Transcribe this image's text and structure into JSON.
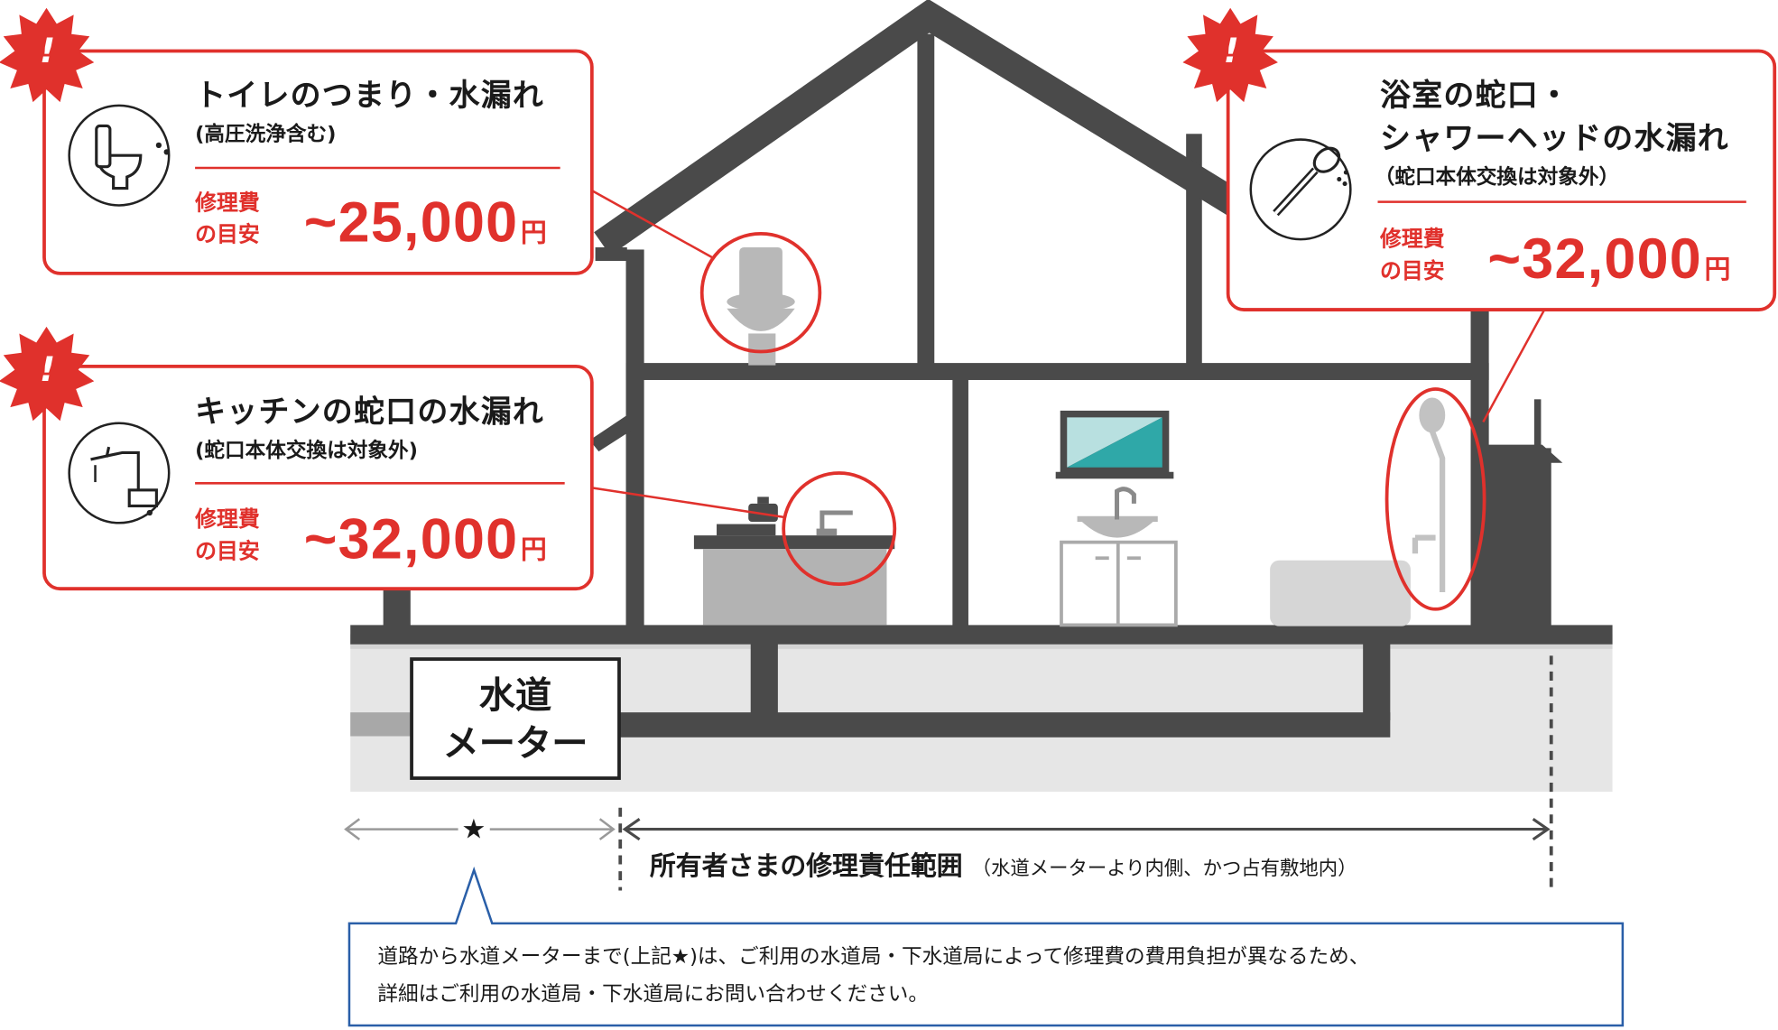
{
  "callouts": {
    "toilet": {
      "title": "トイレのつまり・水漏れ",
      "subtitle": "(高圧洗浄含む)",
      "cost_label_1": "修理費",
      "cost_label_2": "の目安",
      "price": "~25,000",
      "yen": "円",
      "icon": "toilet-icon"
    },
    "kitchen": {
      "title": "キッチンの蛇口の水漏れ",
      "subtitle": "(蛇口本体交換は対象外)",
      "cost_label_1": "修理費",
      "cost_label_2": "の目安",
      "price": "~32,000",
      "yen": "円",
      "icon": "faucet-icon"
    },
    "bath": {
      "title_1": "浴室の蛇口・",
      "title_2": "シャワーヘッドの水漏れ",
      "subtitle": "（蛇口本体交換は対象外）",
      "cost_label_1": "修理費",
      "cost_label_2": "の目安",
      "price": "~32,000",
      "yen": "円",
      "icon": "shower-head-icon"
    }
  },
  "alert_mark": "!",
  "meter": {
    "line_1": "水道",
    "line_2": "メーター"
  },
  "star": "★",
  "responsibility": {
    "label": "所有者さまの修理責任範囲",
    "note": "（水道メーターより内側、かつ占有敷地内）"
  },
  "info_note": {
    "line_1": "道路から水道メーターまで(上記★)は、ご利用の水道局・下水道局によって修理費の費用負担が異なるため、",
    "line_2": "詳細はご利用の水道局・下水道局にお問い合わせください。"
  },
  "colors": {
    "accent_red": "#e0312c",
    "house_gray": "#4a4a4a",
    "ground": "#e6e6e6",
    "note_border": "#2a5fa8",
    "mirror_teal": "#2fa8a8"
  }
}
